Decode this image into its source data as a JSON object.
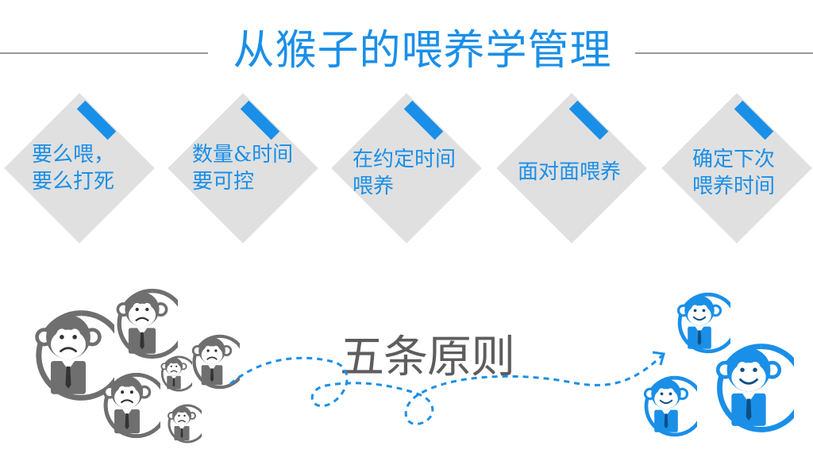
{
  "title": "从猴子的喂养学管理",
  "cards": [
    {
      "line1": "要么喂，",
      "line2": "要么打死"
    },
    {
      "line1": "数量&时间",
      "line2": "要可控"
    },
    {
      "line1": "在约定时间",
      "line2": "喂养"
    },
    {
      "line1": "面对面喂养",
      "line2": ""
    },
    {
      "line1": "确定下次",
      "line2": "喂养时间"
    }
  ],
  "principles_label": "五条原则",
  "colors": {
    "accent": "#1a8fe8",
    "diamond": "#e0e0e0",
    "monkey_gray": "#6f6f6f",
    "rule": "#9b9b9b"
  },
  "icons": [
    "sad-monkey-icon",
    "happy-monkey-icon",
    "dashed-arrow-icon"
  ]
}
